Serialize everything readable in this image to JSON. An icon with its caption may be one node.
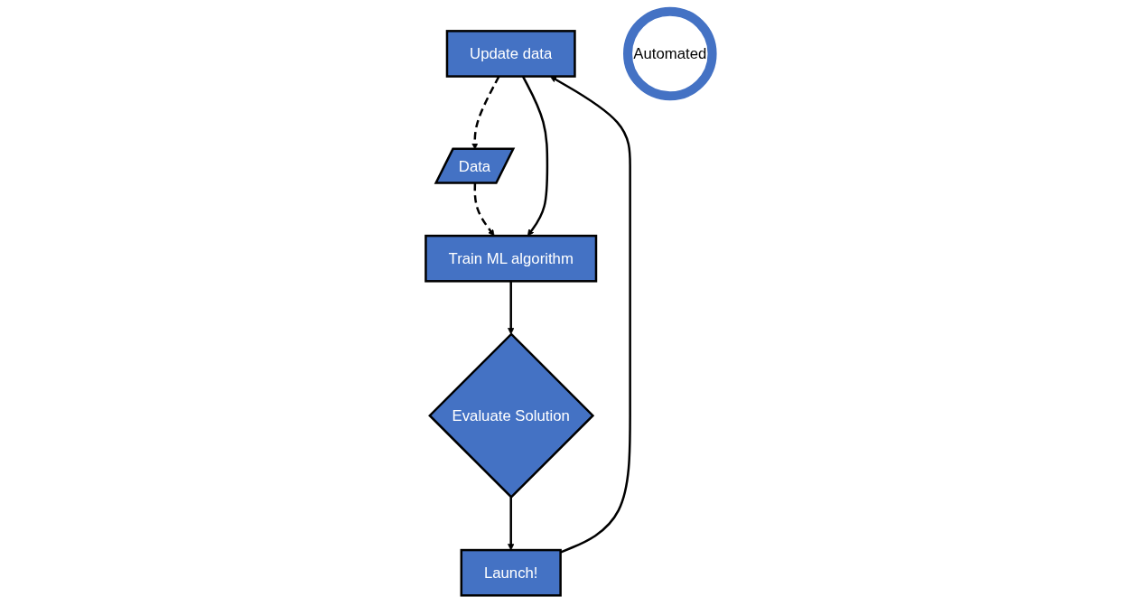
{
  "diagram": {
    "nodes": [
      {
        "text": [
          "Update data"
        ]
      },
      {
        "text": [
          "Launch!"
        ]
      },
      {
        "text": [
          "Data"
        ]
      },
      {
        "text": [
          "Automated"
        ]
      },
      {
        "text": [
          "Train ML algorithm"
        ]
      },
      {
        "text": [
          "Evaluate Solution"
        ]
      }
    ],
    "edges": [
      {
        "from": 1,
        "to": 0,
        "arrow": "to"
      },
      {
        "from": 0,
        "to": 2,
        "arrow": "to",
        "style": "dashed"
      },
      {
        "from": 2,
        "to": 4,
        "arrow": "to",
        "style": "dashed"
      },
      {
        "from": 0,
        "to": 4,
        "arrow": "to"
      },
      {
        "from": 4,
        "to": 5,
        "arrow": "to"
      },
      {
        "from": 5,
        "to": 1,
        "arrow": "to"
      }
    ]
  }
}
